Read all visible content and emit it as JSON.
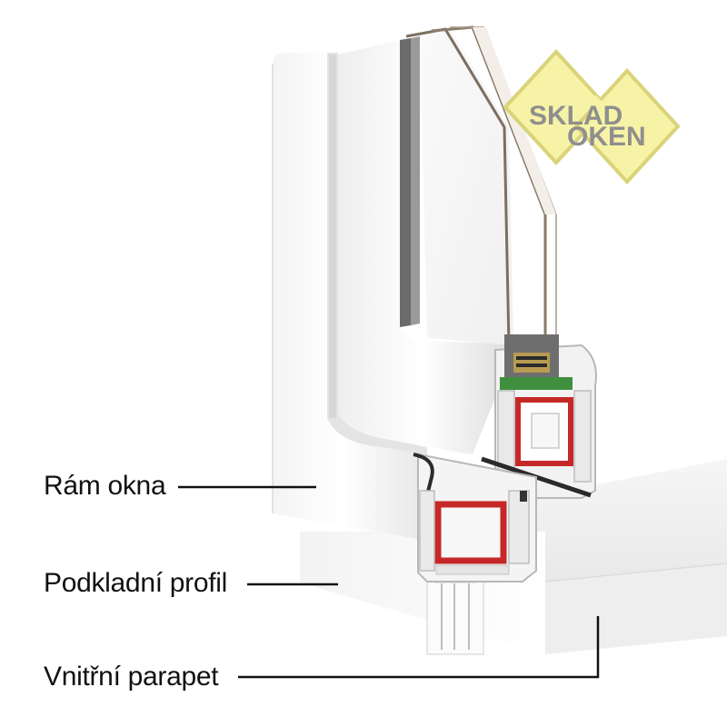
{
  "labels": {
    "frame": "Rám okna",
    "subframe": "Podkladní profil",
    "sill": "Vnitřní parapet"
  },
  "logo": {
    "line1": "SKLAD",
    "line2": "OKEN"
  },
  "colors": {
    "logo_fill": "#f7f3a6",
    "logo_stroke": "#d9d37a",
    "logo_text": "#8f8f8f",
    "leader_line": "#111111",
    "steel_reinforcement": "#c62828",
    "glazing_seal": "#3f8f3f"
  }
}
